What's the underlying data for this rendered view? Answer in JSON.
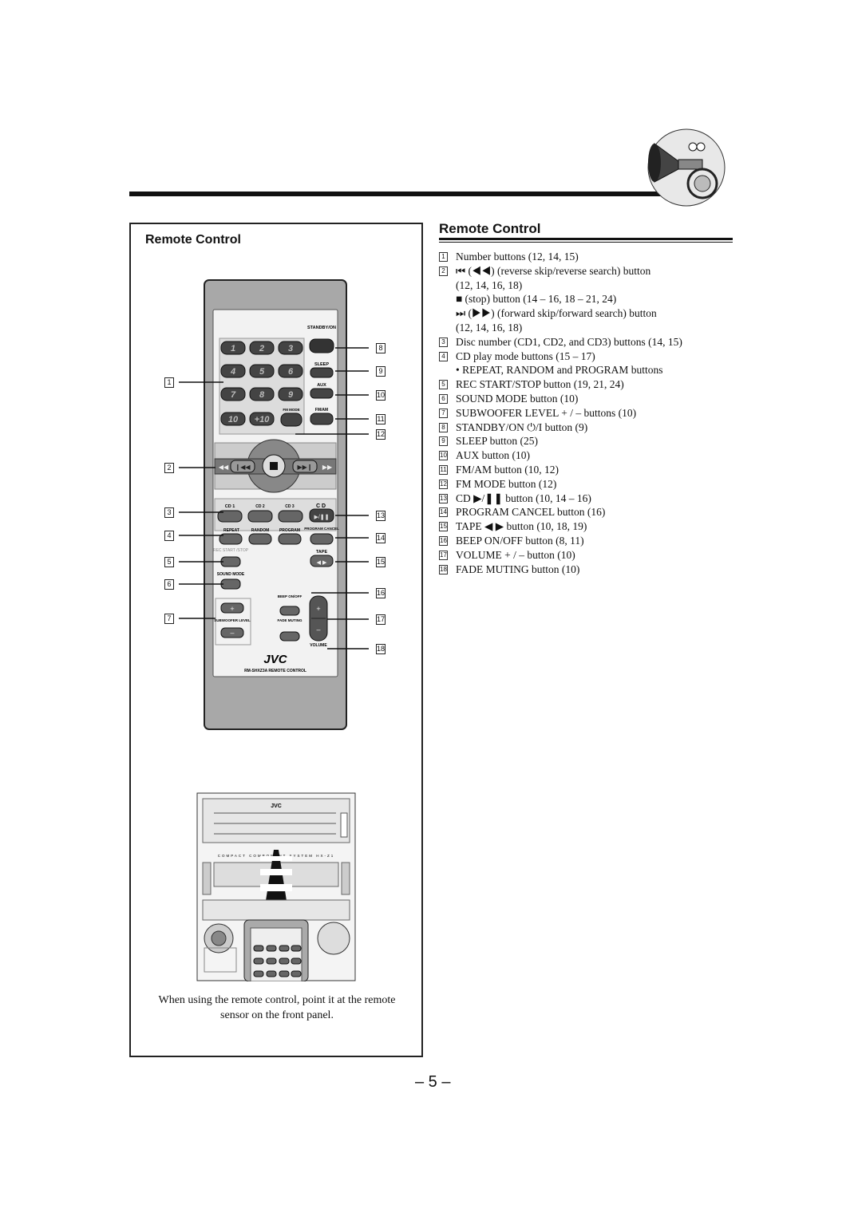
{
  "left_title": "Remote Control",
  "right_title": "Remote Control",
  "page_number": "– 5 –",
  "caption": "When using the remote control, point it at the remote sensor on the front panel.",
  "callouts": {
    "c1": "1",
    "c2": "2",
    "c3": "3",
    "c4": "4",
    "c5": "5",
    "c6": "6",
    "c7": "7",
    "c8": "8",
    "c9": "9",
    "c10": "10",
    "c11": "11",
    "c12": "12",
    "c13": "13",
    "c14": "14",
    "c15": "15",
    "c16": "16",
    "c17": "17",
    "c18": "18"
  },
  "remote": {
    "standby_label": "STANDBY/ON",
    "sleep_label": "SLEEP",
    "aux_label": "AUX",
    "fm_mode_label": "FM MODE",
    "fm_am_label": "FM/AM",
    "num_keys": [
      "1",
      "2",
      "3",
      "4",
      "5",
      "6",
      "7",
      "8",
      "9",
      "10",
      "+10"
    ],
    "cd1": "CD 1",
    "cd2": "CD 2",
    "cd3": "CD 3",
    "cd_label": "C D",
    "repeat": "REPEAT",
    "random": "RANDOM",
    "program": "PROGRAM",
    "program_cancel": "PROGRAM CANCEL",
    "rec_start": "REC START /STOP",
    "tape": "TAPE",
    "sound_mode": "SOUND MODE",
    "beep": "BEEP ON/OFF",
    "subwoofer": "SUBWOOFER LEVEL",
    "fade": "FADE MUTING",
    "volume": "VOLUME",
    "brand": "JVC",
    "model": "RM-SHXZ3A REMOTE CONTROL"
  },
  "device": {
    "brand": "JVC",
    "system_text": "COMPACT COMPONENT SYSTEM HX-Z1"
  },
  "legend": [
    {
      "num": "1",
      "text": "Number buttons (12, 14, 15)"
    },
    {
      "num": "2",
      "text": "⏮ (◀◀) (reverse skip/reverse search) button"
    },
    {
      "num": "",
      "text": "(12, 14, 16, 18)"
    },
    {
      "num": "",
      "text": "■ (stop) button (14 – 16, 18 – 21, 24)"
    },
    {
      "num": "",
      "text": "⏭ (▶▶) (forward skip/forward search) button"
    },
    {
      "num": "",
      "text": "(12, 14, 16, 18)"
    },
    {
      "num": "3",
      "text": "Disc number (CD1, CD2, and CD3) buttons (14, 15)"
    },
    {
      "num": "4",
      "text": "CD play mode buttons (15 – 17)"
    },
    {
      "num": "",
      "text": "• REPEAT, RANDOM and PROGRAM buttons"
    },
    {
      "num": "5",
      "text": "REC START/STOP button (19, 21, 24)"
    },
    {
      "num": "6",
      "text": "SOUND MODE button (10)"
    },
    {
      "num": "7",
      "text": "SUBWOOFER LEVEL + / – buttons (10)"
    },
    {
      "num": "8",
      "text": "STANDBY/ON ⏻/I button (9)"
    },
    {
      "num": "9",
      "text": "SLEEP button (25)"
    },
    {
      "num": "10",
      "text": "AUX button (10)"
    },
    {
      "num": "11",
      "text": "FM/AM button (10, 12)"
    },
    {
      "num": "12",
      "text": "FM MODE button (12)"
    },
    {
      "num": "13",
      "text": "CD ▶/❚❚ button (10, 14 – 16)"
    },
    {
      "num": "14",
      "text": "PROGRAM CANCEL button (16)"
    },
    {
      "num": "15",
      "text": "TAPE ◀ ▶ button (10, 18, 19)"
    },
    {
      "num": "16",
      "text": "BEEP ON/OFF button (8, 11)"
    },
    {
      "num": "17",
      "text": "VOLUME + / – button (10)"
    },
    {
      "num": "18",
      "text": "FADE MUTING button (10)"
    }
  ]
}
